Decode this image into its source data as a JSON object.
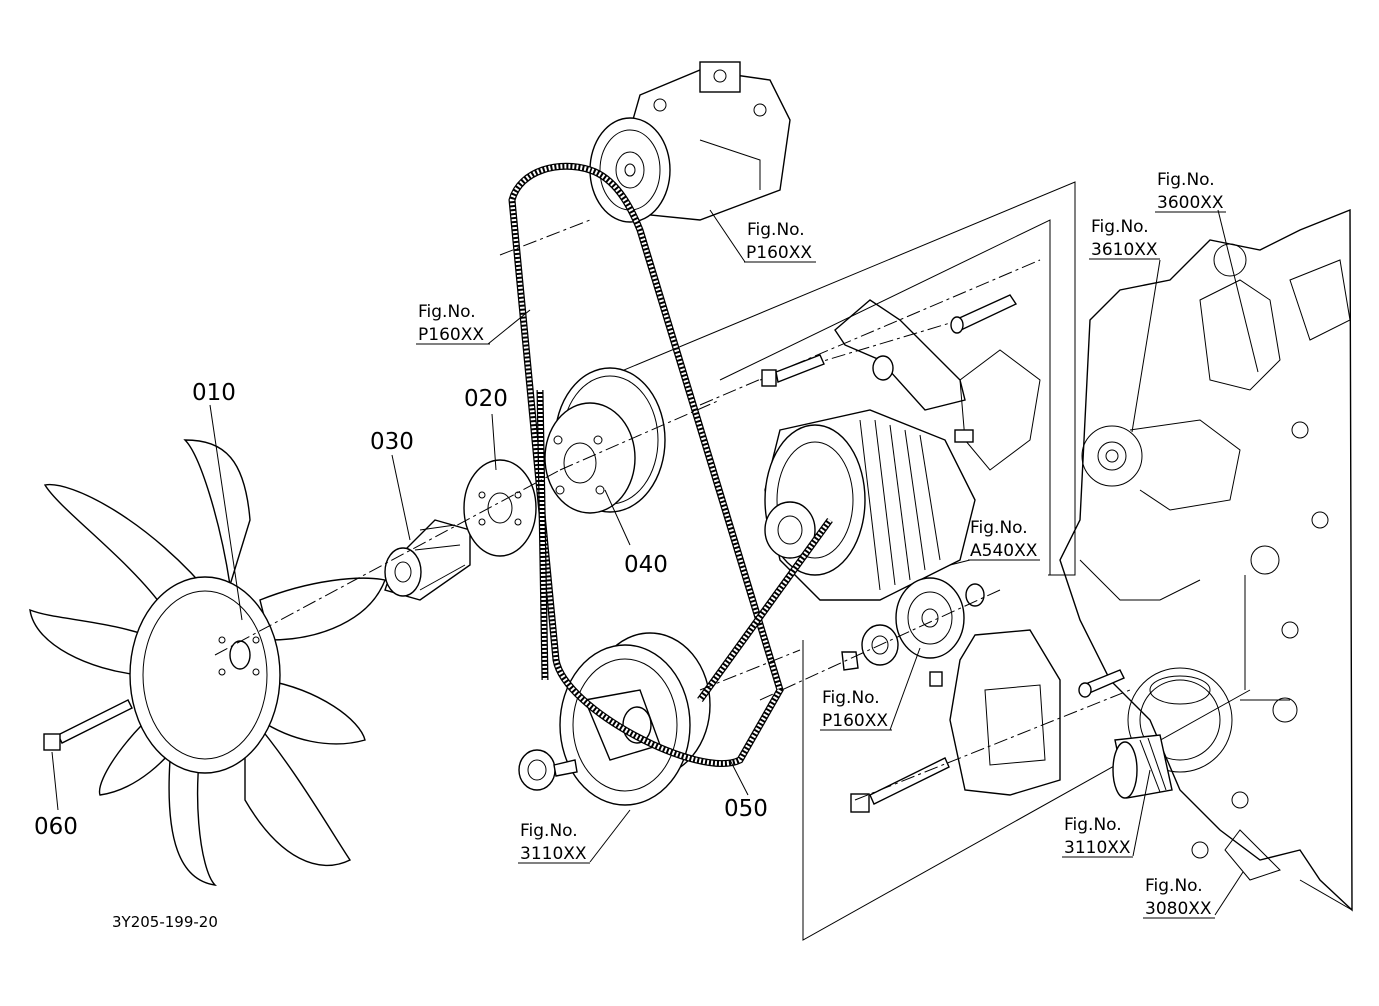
{
  "callouts": {
    "c010": "010",
    "c020": "020",
    "c030": "030",
    "c040": "040",
    "c050": "050",
    "c060": "060"
  },
  "fig_refs": [
    {
      "title": "Fig.No.",
      "code": "P160XX"
    },
    {
      "title": "Fig.No.",
      "code": "P160XX"
    },
    {
      "title": "Fig.No.",
      "code": "3600XX"
    },
    {
      "title": "Fig.No.",
      "code": "3610XX"
    },
    {
      "title": "Fig.No.",
      "code": "A540XX"
    },
    {
      "title": "Fig.No.",
      "code": "P160XX"
    },
    {
      "title": "Fig.No.",
      "code": "3110XX"
    },
    {
      "title": "Fig.No.",
      "code": "3110XX"
    },
    {
      "title": "Fig.No.",
      "code": "3080XX"
    }
  ],
  "drawing_code": "3Y205-199-20"
}
